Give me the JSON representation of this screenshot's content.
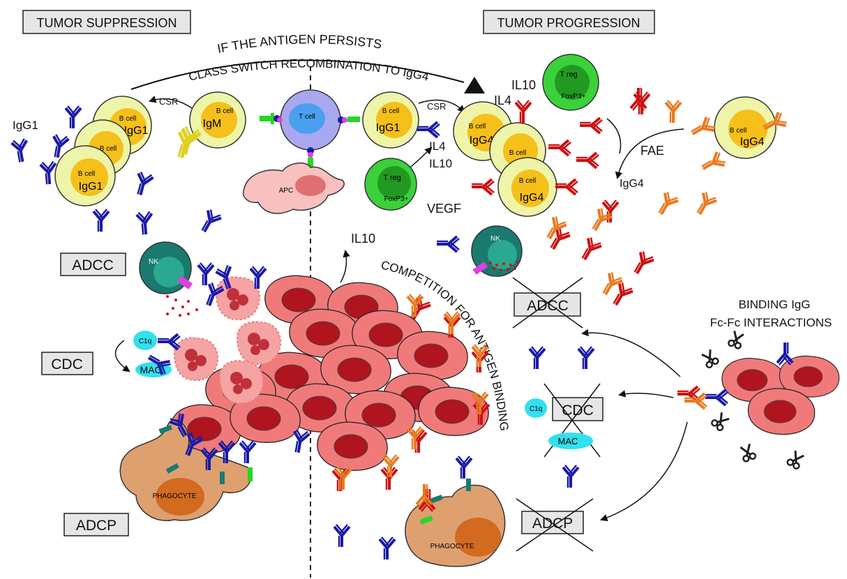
{
  "titles": {
    "suppression": "TUMOR SUPPRESSION",
    "progression": "TUMOR PROGRESSION"
  },
  "arc": {
    "persist": "IF THE ANTIGEN PERSISTS",
    "class_switch": "CLASS SWITCH RECOMBINATION TO IgG4"
  },
  "cells": {
    "b_cell": "B cell",
    "t_cell": "T cell",
    "t_reg": "T reg",
    "foxp3": "FoxP3+",
    "apc": "APC",
    "nk": "NK",
    "c1q": "C1q",
    "mac": "MAC",
    "phagocyte": "PHAGOCYTE"
  },
  "labels": {
    "igg1": "IgG1",
    "igm": "IgM",
    "igg4": "IgG4",
    "csr": "CSR",
    "il4": "IL4",
    "il10": "IL10",
    "vegf": "VEGF",
    "fae": "FAE",
    "competition": "COMPETITION FOR ANTIGEN BINDING",
    "binding_line1": "BINDING IgG",
    "binding_line2": "Fc-Fc INTERACTIONS"
  },
  "mechanisms": {
    "adcc": "ADCC",
    "cdc": "CDC",
    "adcp": "ADCP"
  },
  "colors": {
    "igg1_antibody": "#1a1aa8",
    "igg4_red": "#cc1111",
    "igg4_orange": "#e87a20",
    "igm_antibody": "#e0d020",
    "b_cell_outer": "#eef5a8",
    "b_cell_inner": "#f5c01a",
    "t_cell": "#a0a0ee",
    "t_cell_inner": "#4aa0ee",
    "t_reg": "#3ad13a",
    "nk": "#1a7a70",
    "tumor": "#f07a7a",
    "tumor_nucleus": "#b0141e",
    "phagocyte": "#dfa070",
    "phagocyte_nucleus": "#d26a20",
    "apc": "#f9c0c0",
    "c1q_mac": "#33e0ee"
  }
}
